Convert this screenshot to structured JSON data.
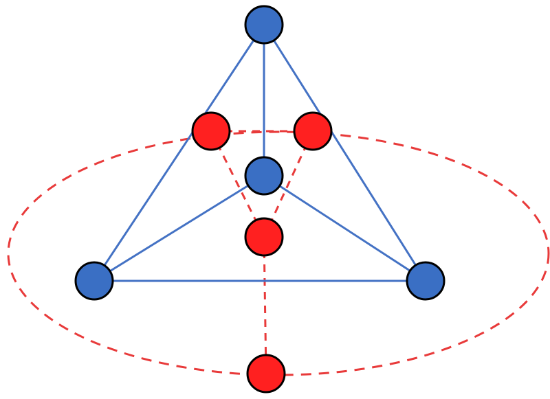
{
  "diagram": {
    "colors": {
      "blue_fill": "#3a6fc4",
      "blue_line": "#4472c4",
      "red_fill": "#ff2020",
      "red_line": "#e83a3a",
      "outline": "#000000",
      "background": "#ffffff"
    },
    "blue_nodes": [
      "top",
      "center",
      "bottom-left",
      "bottom-right"
    ],
    "red_nodes": [
      "upper-left",
      "upper-right",
      "middle",
      "bottom"
    ],
    "blue_edges": [
      [
        "top",
        "bottom-left"
      ],
      [
        "top",
        "bottom-right"
      ],
      [
        "top",
        "center"
      ],
      [
        "bottom-left",
        "bottom-right"
      ],
      [
        "center",
        "bottom-left"
      ],
      [
        "center",
        "bottom-right"
      ]
    ],
    "red_edges": [
      [
        "upper-left",
        "middle"
      ],
      [
        "upper-right",
        "middle"
      ],
      [
        "upper-left",
        "upper-right"
      ],
      [
        "middle",
        "bottom"
      ]
    ],
    "red_ellipse": true
  }
}
